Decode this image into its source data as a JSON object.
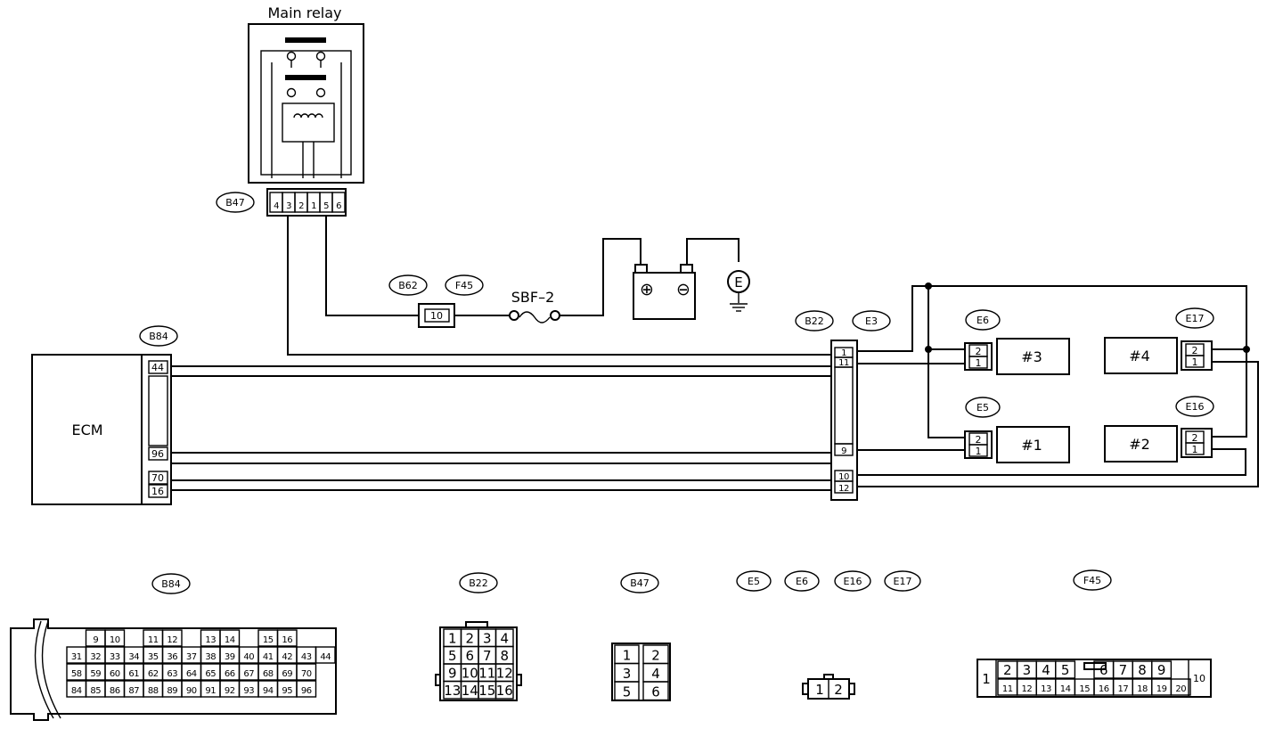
{
  "components": {
    "main_relay": "Main relay",
    "ecm": "ECM",
    "fuse": "SBF–2",
    "battery_pos": "⊕",
    "battery_neg": "⊖",
    "ground": "E",
    "inj1": "#1",
    "inj2": "#2",
    "inj3": "#3",
    "inj4": "#4"
  },
  "connector_labels": {
    "b47": "B47",
    "b62": "B62",
    "f45": "F45",
    "b84": "B84",
    "b22": "B22",
    "e3": "E3",
    "e6": "E6",
    "e5": "E5",
    "e17": "E17",
    "e16": "E16"
  },
  "pins": {
    "b62_10": "10",
    "b84_44": "44",
    "b84_96": "96",
    "b84_70": "70",
    "b84_16": "16",
    "b22_1": "1",
    "b22_11": "11",
    "b22_9": "9",
    "b22_10": "10",
    "b22_12": "12",
    "inj_2": "2",
    "inj_1": "1",
    "relay_pins": [
      "4",
      "3",
      "2",
      "1",
      "5",
      "6"
    ]
  },
  "connector_views": {
    "b84": "B84",
    "b22": "B22",
    "b47": "B47",
    "e5": "E5",
    "e6": "E6",
    "e16": "E16",
    "e17": "E17",
    "f45": "F45"
  },
  "b84_grid": [
    [
      "",
      "9",
      "10",
      "",
      "11",
      "12",
      "",
      "13",
      "14",
      "",
      "15",
      "16"
    ],
    [
      "31",
      "32",
      "33",
      "34",
      "35",
      "36",
      "37",
      "38",
      "39",
      "40",
      "41",
      "42",
      "43",
      "44"
    ],
    [
      "58",
      "59",
      "60",
      "61",
      "62",
      "63",
      "64",
      "65",
      "66",
      "67",
      "68",
      "69",
      "70"
    ],
    [
      "84",
      "85",
      "86",
      "87",
      "88",
      "89",
      "90",
      "91",
      "92",
      "93",
      "94",
      "95",
      "96"
    ]
  ],
  "b22_grid": [
    [
      "1",
      "2",
      "3",
      "4"
    ],
    [
      "5",
      "6",
      "7",
      "8"
    ],
    [
      "9",
      "10",
      "11",
      "12"
    ],
    [
      "13",
      "14",
      "15",
      "16"
    ]
  ],
  "b47_grid": [
    [
      "1",
      "2"
    ],
    [
      "3",
      "4"
    ],
    [
      "5",
      "6"
    ]
  ],
  "e_conn": [
    "1",
    "2"
  ],
  "f45_grid": {
    "left": "1",
    "right": "10",
    "top": [
      "2",
      "3",
      "4",
      "5",
      "",
      "6",
      "7",
      "8",
      "9"
    ],
    "bottom": [
      "11",
      "12",
      "13",
      "14",
      "15",
      "16",
      "17",
      "18",
      "19",
      "20"
    ]
  }
}
